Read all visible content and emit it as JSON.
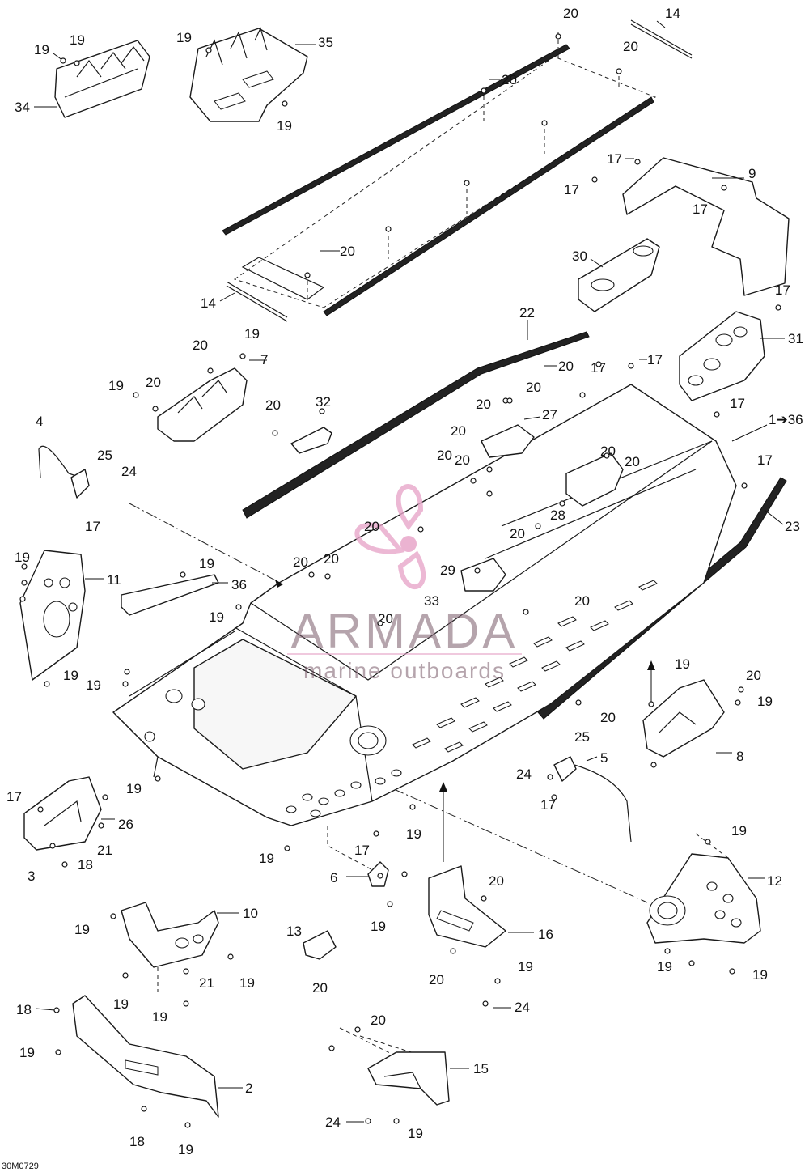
{
  "watermark": {
    "brand": "ARMADA",
    "tagline": "marine outboards",
    "logo_color": "#e7a6c9",
    "text_color": "#7a5a6a"
  },
  "drawing_code": "30M0729",
  "callouts": {
    "c1": "19",
    "c2": "19",
    "c3": "34",
    "c4": "19",
    "c5": "35",
    "c6": "19",
    "c7": "20",
    "c8": "14",
    "c9": "20",
    "c10": "20",
    "c11": "17",
    "c12": "9",
    "c13": "17",
    "c14": "17",
    "c15": "30",
    "c16": "17",
    "c17": "20",
    "c18": "14",
    "c19": "31",
    "c20": "22",
    "c21": "20",
    "c22": "17",
    "c23": "17",
    "c24": "20",
    "c25": "20",
    "c26": "19",
    "c27": "7",
    "c28": "19",
    "c29": "20",
    "c30": "20",
    "c31": "32",
    "c32": "20",
    "c33": "27",
    "c34": "17",
    "c35": "1➔36",
    "c36": "4",
    "c37": "25",
    "c38": "24",
    "c39": "17",
    "c40": "20",
    "c41": "20",
    "c42": "20",
    "c43": "20",
    "c44": "17",
    "c45": "23",
    "c46": "28",
    "c47": "20",
    "c48": "20",
    "c49": "29",
    "c50": "33",
    "c51": "19",
    "c52": "11",
    "c53": "19",
    "c54": "36",
    "c55": "19",
    "c56": "20",
    "c57": "20",
    "c58": "20",
    "c59": "20",
    "c60": "19",
    "c61": "19",
    "c62": "19",
    "c63": "20",
    "c64": "20",
    "c65": "19",
    "c66": "8",
    "c67": "25",
    "c68": "5",
    "c69": "24",
    "c70": "17",
    "c71": "20",
    "c72": "19",
    "c73": "17",
    "c74": "26",
    "c75": "21",
    "c76": "3",
    "c77": "18",
    "c78": "19",
    "c79": "17",
    "c80": "19",
    "c81": "19",
    "c82": "12",
    "c83": "6",
    "c84": "19",
    "c85": "20",
    "c86": "16",
    "c87": "10",
    "c88": "19",
    "c89": "13",
    "c90": "19",
    "c91": "20",
    "c92": "24",
    "c93": "19",
    "c94": "19",
    "c95": "21",
    "c96": "19",
    "c97": "20",
    "c98": "18",
    "c99": "19",
    "c100": "19",
    "c101": "20",
    "c102": "15",
    "c103": "2",
    "c104": "24",
    "c105": "19",
    "c106": "18",
    "c107": "19"
  }
}
